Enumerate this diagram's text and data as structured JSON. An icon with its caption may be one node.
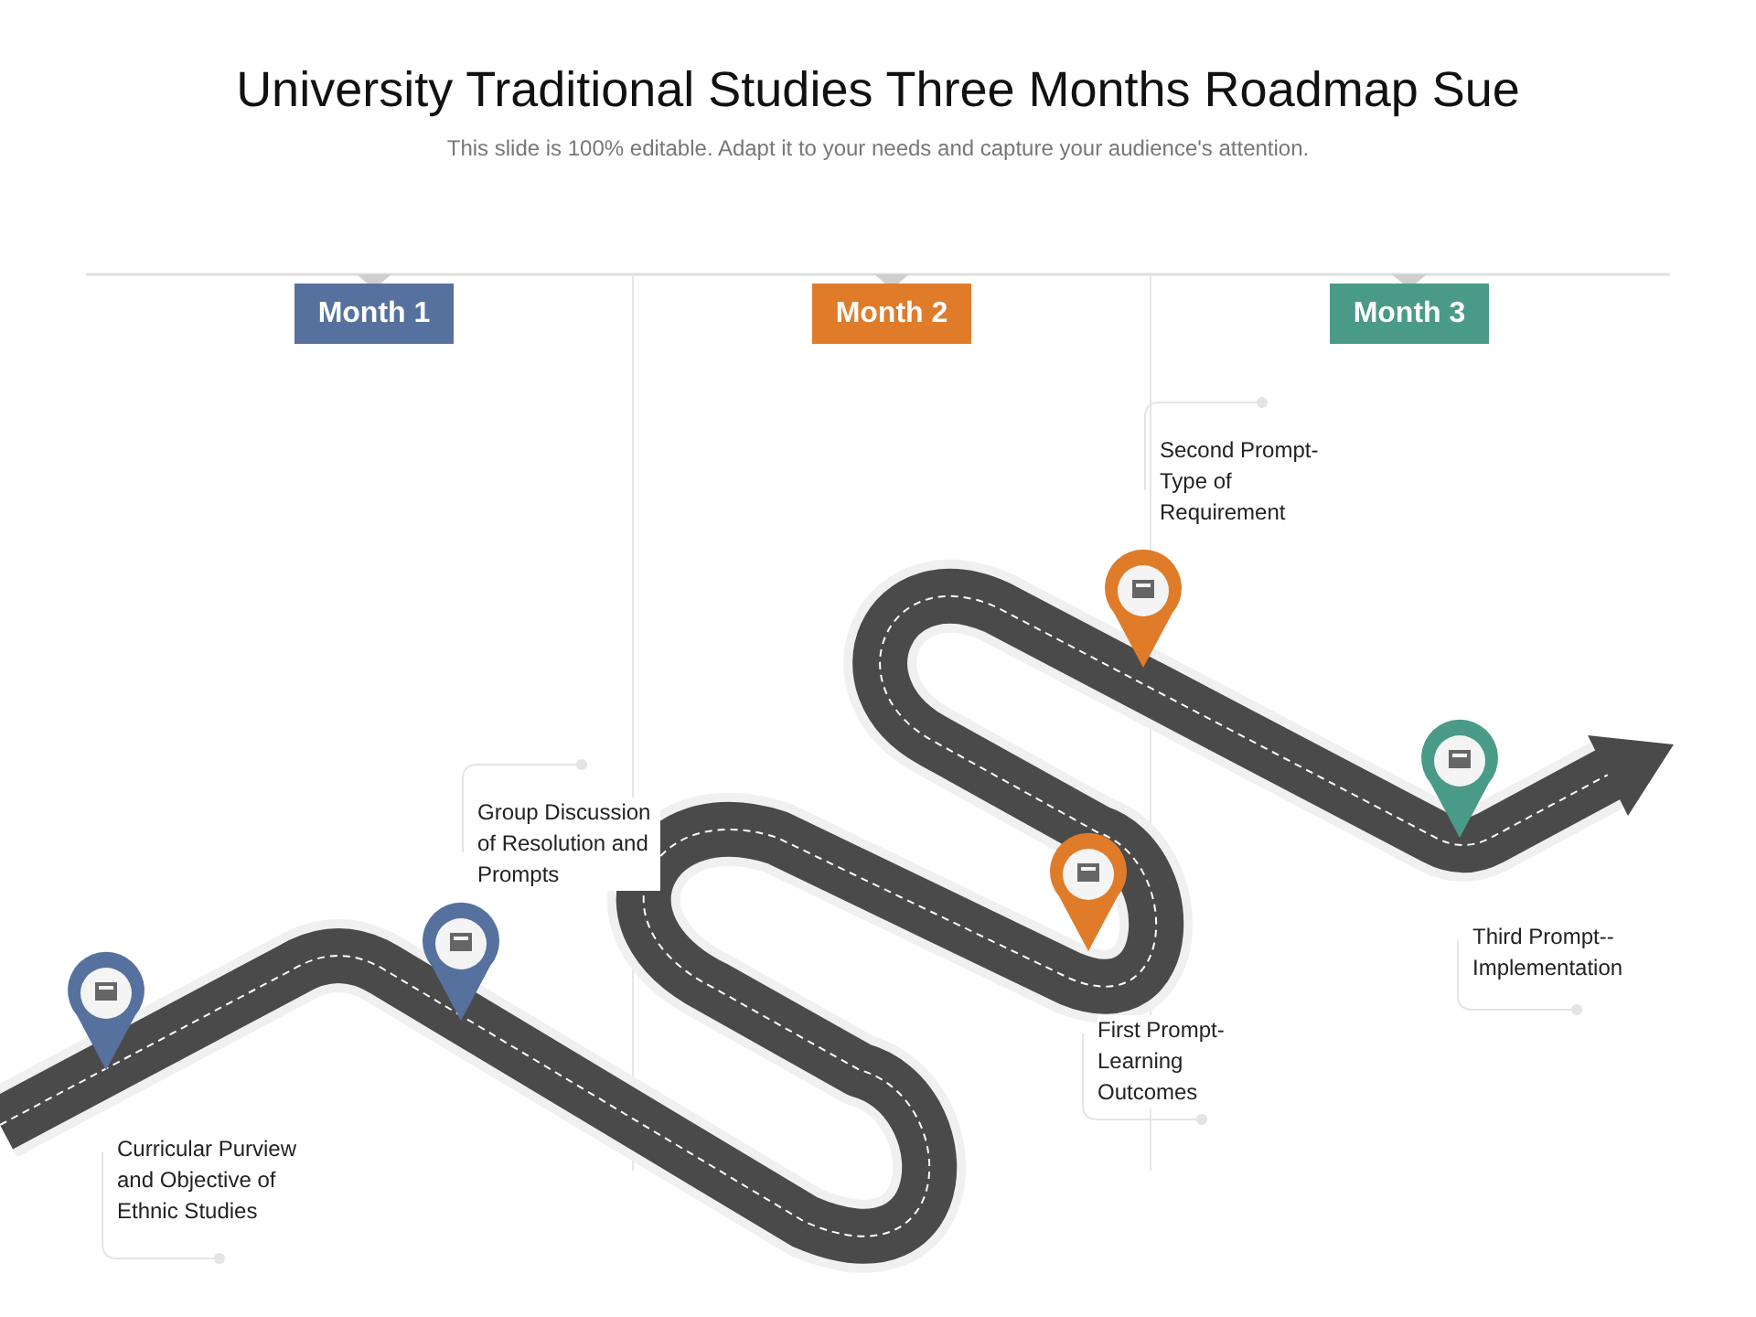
{
  "diagram": {
    "title": "University Traditional Studies Three Months Roadmap Sue",
    "nodes": [
      {
        "text": [
          "Month 1"
        ]
      },
      {
        "text": [
          "Month 2"
        ]
      },
      {
        "text": [
          "Month 3"
        ]
      }
    ],
    "labels": [
      "This slide is 100% editable. Adapt it to your needs and capture your audience's attention.",
      "Second Prompt-Type of Requirement",
      "Group Discussion of Resolution and Prompts",
      "Third Prompt-- Implementation",
      "First Prompt- Learning Outcomes",
      "Curricular Purview and Objective of Ethnic Studies"
    ]
  }
}
